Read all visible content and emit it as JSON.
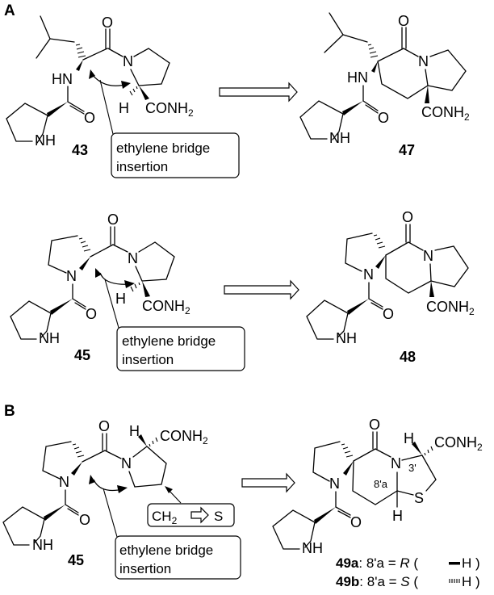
{
  "panels": {
    "A": {
      "label": "A",
      "compounds": [
        {
          "id": "43",
          "label": "43",
          "groups": {
            "carboxamide": "CONH",
            "carboxamide_sub": "2",
            "nh_amide": "HN",
            "nh_ring": "NH",
            "n_ring": "N",
            "o1": "O",
            "o2": "O",
            "h": "H"
          }
        },
        {
          "id": "47",
          "label": "47",
          "groups": {
            "carboxamide": "CONH",
            "carboxamide_sub": "2",
            "nh_amide": "HN",
            "nh_ring": "NH",
            "n_ring": "N",
            "o1": "O",
            "o2": "O"
          }
        },
        {
          "id": "45",
          "label": "45",
          "groups": {
            "carboxamide": "CONH",
            "carboxamide_sub": "2",
            "n_amide": "N",
            "nh_ring": "NH",
            "n_ring": "N",
            "o1": "O",
            "o2": "O",
            "h": "H"
          }
        },
        {
          "id": "48",
          "label": "48",
          "groups": {
            "carboxamide": "CONH",
            "carboxamide_sub": "2",
            "n_amide": "N",
            "nh_ring": "NH",
            "n_ring": "N",
            "o1": "O",
            "o2": "O"
          }
        }
      ],
      "annotations": [
        {
          "line1": "ethylene bridge",
          "line2": "insertion"
        },
        {
          "line1": "ethylene bridge",
          "line2": "insertion"
        }
      ]
    },
    "B": {
      "label": "B",
      "compounds": [
        {
          "id": "45",
          "label": "45",
          "groups": {
            "carboxamide": "CONH",
            "carboxamide_sub": "2",
            "n_amide": "N",
            "nh_ring": "NH",
            "n_ring": "N",
            "o1": "O",
            "o2": "O",
            "h": "H"
          }
        },
        {
          "id": "49",
          "groups": {
            "carboxamide": "CONH",
            "carboxamide_sub": "2",
            "n_amide": "N",
            "nh_ring": "NH",
            "n_ring": "N",
            "o1": "O",
            "o2": "O",
            "h_top": "H",
            "h_bottom": "H",
            "s": "S",
            "pos_3": "3'",
            "pos_8a": "8'a"
          }
        }
      ],
      "annotations": [
        {
          "line1": "ethylene bridge",
          "line2": "insertion"
        },
        {
          "ch2": "CH",
          "ch2_sub": "2",
          "s": "S"
        }
      ],
      "legend": [
        {
          "id": "49a",
          "text": ": 8'a = ",
          "config": "R",
          "bond": "bold",
          "h": "H"
        },
        {
          "id": "49b",
          "text": ": 8'a = ",
          "config": "S",
          "bond": "hashed",
          "h": "H"
        }
      ]
    }
  }
}
